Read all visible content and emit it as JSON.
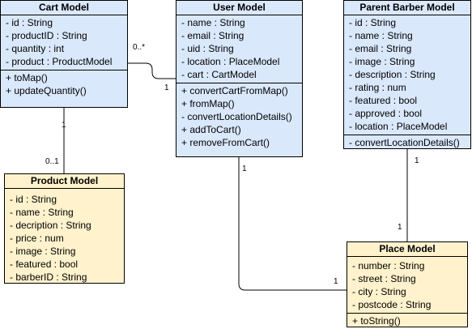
{
  "classes": {
    "cart": {
      "title": "Cart Model",
      "attributes": [
        "- id : String",
        "- productID : String",
        "- quantity : int",
        "- product : ProductModel"
      ],
      "methods": [
        "+ toMap()",
        "+ updateQuantity()"
      ]
    },
    "user": {
      "title": "User Model",
      "attributes": [
        "- name : String",
        "- email : String",
        "- uid : String",
        "- location : PlaceModel",
        "- cart : CartModel"
      ],
      "methods": [
        "+ convertCartFromMap()",
        "+ fromMap()",
        "- convertLocationDetails()",
        "+ addToCart()",
        "+ removeFromCart()"
      ]
    },
    "barber": {
      "title": "Parent Barber Model",
      "attributes": [
        "- id : String",
        "- name : String",
        "- email : String",
        "- image : String",
        "- description : String",
        "- rating : num",
        "- featured : bool",
        "- approved : bool",
        "- location : PlaceModel"
      ],
      "methods": [
        "- convertLocationDetails()"
      ]
    },
    "product": {
      "title": "Product Model",
      "attributes": [
        "- id : String",
        "- name : String",
        "- decription : String",
        "- price : num",
        "- image : String",
        "- featured : bool",
        "- barberID : String"
      ],
      "methods": []
    },
    "place": {
      "title": "Place Model",
      "attributes": [
        "- number : String",
        "- street : String",
        "- city : String",
        "- postcode : String"
      ],
      "methods": [
        "+ toString()"
      ]
    }
  },
  "multiplicities": {
    "cart_user_cart_end": "0..*",
    "cart_user_user_end": "1",
    "cart_product_cart_end": "1",
    "cart_product_product_end": "0..1",
    "user_place_user_end": "1",
    "user_place_place_end": "1",
    "barber_place_barber_end": "1",
    "barber_place_place_end": "1"
  }
}
